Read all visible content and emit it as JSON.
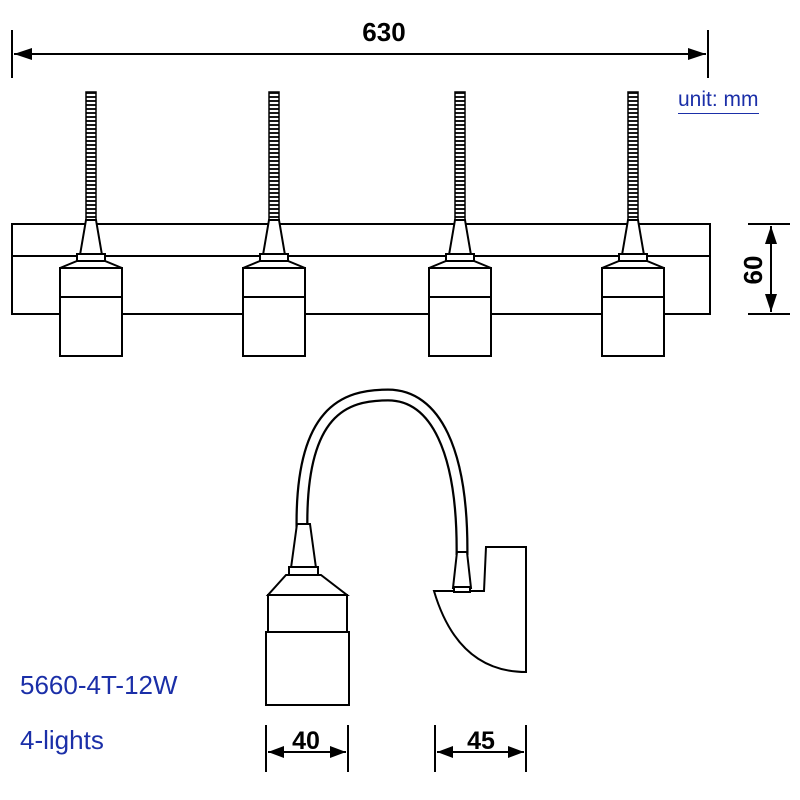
{
  "dimensions": {
    "total_width": "630",
    "bracket_height": "60",
    "shade_width": "40",
    "base_depth": "45"
  },
  "unit_label": "unit: mm",
  "model_code": "5660-4T-12W",
  "light_count_label": "4-lights",
  "colors": {
    "line": "#000000",
    "caption": "#1b2fa8"
  }
}
